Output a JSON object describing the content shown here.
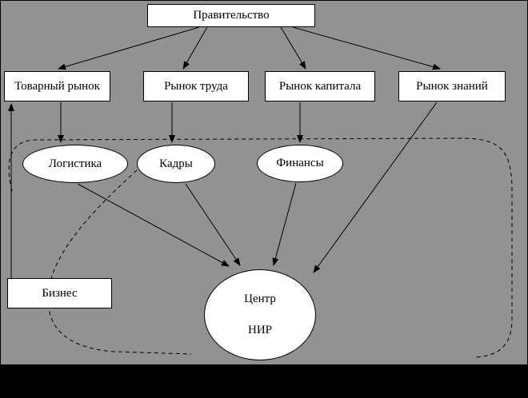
{
  "diagram": {
    "background_color": "#929292",
    "node_fill": "#ffffff",
    "line_color": "#000000",
    "nodes": {
      "government": {
        "label": "Правительство"
      },
      "goods_market": {
        "label": "Товарный рынок"
      },
      "labor_market": {
        "label": "Рынок труда"
      },
      "capital_market": {
        "label": "Рынок капитала"
      },
      "knowledge_market": {
        "label": "Рынок знаний"
      },
      "logistics": {
        "label": "Логистика"
      },
      "personnel": {
        "label": "Кадры"
      },
      "finance": {
        "label": "Финансы"
      },
      "business": {
        "label": "Бизнес"
      },
      "center": {
        "label_line1": "Центр",
        "label_line2": "НИР"
      }
    },
    "edges": [
      {
        "from": "government",
        "to": "goods_market",
        "style": "solid-arrow"
      },
      {
        "from": "government",
        "to": "labor_market",
        "style": "solid-arrow"
      },
      {
        "from": "government",
        "to": "capital_market",
        "style": "solid-arrow"
      },
      {
        "from": "government",
        "to": "knowledge_market",
        "style": "solid-arrow"
      },
      {
        "from": "goods_market",
        "to": "logistics",
        "style": "solid-arrow"
      },
      {
        "from": "labor_market",
        "to": "personnel",
        "style": "solid-arrow"
      },
      {
        "from": "capital_market",
        "to": "finance",
        "style": "solid-arrow"
      },
      {
        "from": "logistics",
        "to": "center",
        "style": "solid-arrow"
      },
      {
        "from": "personnel",
        "to": "center",
        "style": "solid-arrow"
      },
      {
        "from": "finance",
        "to": "center",
        "style": "solid-arrow"
      },
      {
        "from": "knowledge_market",
        "to": "center",
        "style": "solid-arrow"
      },
      {
        "from": "business",
        "to": "goods_market",
        "style": "solid-arrow"
      },
      {
        "shape": "dashed-boundary-loop",
        "style": "dashed"
      }
    ]
  }
}
